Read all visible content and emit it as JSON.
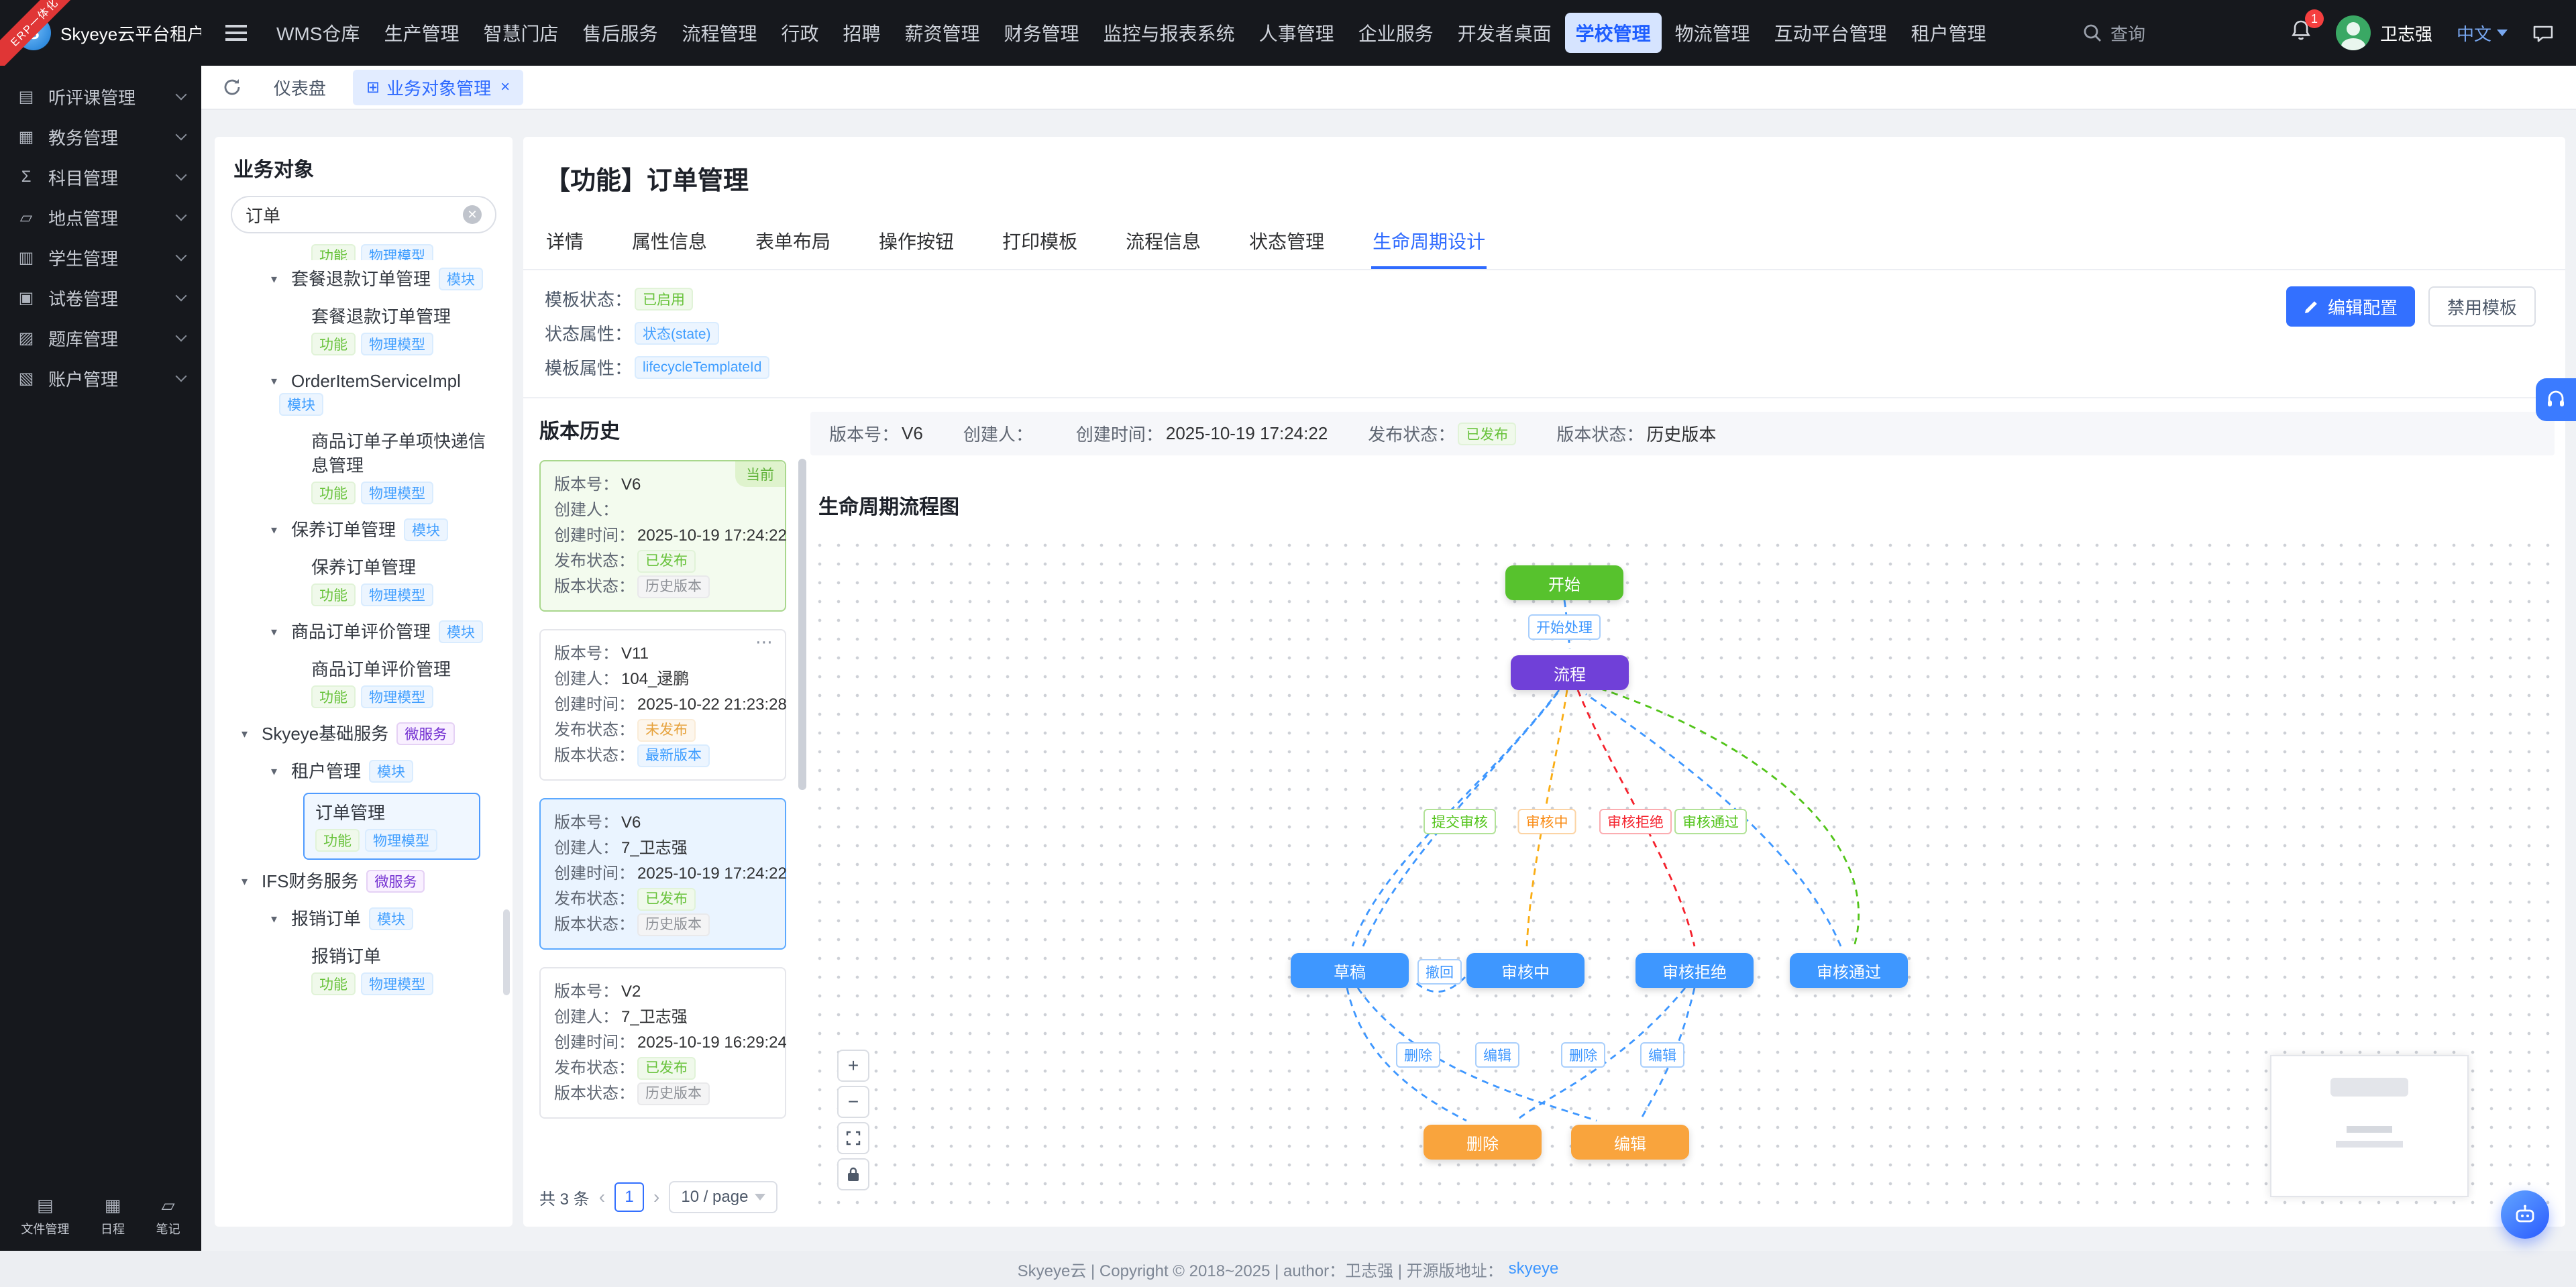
{
  "branding": {
    "logo_text": "Skyeye云平台租户",
    "ribbon_text": "ERP一体化"
  },
  "topnav": {
    "items": [
      {
        "label": "WMS仓库"
      },
      {
        "label": "生产管理"
      },
      {
        "label": "智慧门店"
      },
      {
        "label": "售后服务"
      },
      {
        "label": "流程管理"
      },
      {
        "label": "行政"
      },
      {
        "label": "招聘"
      },
      {
        "label": "薪资管理"
      },
      {
        "label": "财务管理"
      },
      {
        "label": "监控与报表系统"
      },
      {
        "label": "人事管理"
      },
      {
        "label": "企业服务"
      },
      {
        "label": "开发者桌面"
      },
      {
        "label": "学校管理",
        "cls": "active"
      },
      {
        "label": "物流管理"
      },
      {
        "label": "互动平台管理"
      },
      {
        "label": "租户管理"
      }
    ],
    "search_placeholder": "查询",
    "badge_count": "1",
    "user_name": "卫志强",
    "language": "中文"
  },
  "sidebar": {
    "items": [
      {
        "label": "听评课管理",
        "icon": "grid-icon",
        "glyph": "▤"
      },
      {
        "label": "教务管理",
        "icon": "cart-icon",
        "glyph": "▦"
      },
      {
        "label": "科目管理",
        "icon": "sigma-icon",
        "glyph": "Σ"
      },
      {
        "label": "地点管理",
        "icon": "folder-icon",
        "glyph": "▱"
      },
      {
        "label": "学生管理",
        "icon": "book-icon",
        "glyph": "▥"
      },
      {
        "label": "试卷管理",
        "icon": "cart-icon",
        "glyph": "▣"
      },
      {
        "label": "题库管理",
        "icon": "cart-icon",
        "glyph": "▨"
      },
      {
        "label": "账户管理",
        "icon": "edit-icon",
        "glyph": "▧"
      }
    ],
    "bottom_items": [
      {
        "label": "文件管理",
        "icon": "file-icon",
        "glyph": "▤"
      },
      {
        "label": "日程",
        "icon": "calendar-icon",
        "glyph": "▦"
      },
      {
        "label": "笔记",
        "icon": "note-icon",
        "glyph": "▱"
      }
    ]
  },
  "tabbar": {
    "tabs": [
      {
        "label": "仪表盘"
      },
      {
        "label": "业务对象管理",
        "cls": "active",
        "icon": "⊞",
        "close": "×"
      }
    ]
  },
  "tree": {
    "title": "业务对象",
    "search_value": "订单",
    "nodes": [
      {
        "cls": "lv2 leaf clip",
        "label": "",
        "tags": [
          {
            "t": "功能",
            "c": "func"
          },
          {
            "t": "物理模型",
            "c": "model"
          }
        ]
      },
      {
        "cls": "lv1",
        "arrow": "▾",
        "label": "套餐退款订单管理",
        "tags": [
          {
            "t": "模块",
            "c": "module"
          }
        ]
      },
      {
        "cls": "lv2 leaf",
        "label": "套餐退款订单管理",
        "tags": [
          {
            "t": "功能",
            "c": "func"
          },
          {
            "t": "物理模型",
            "c": "model"
          }
        ]
      },
      {
        "cls": "lv1",
        "arrow": "▾",
        "label": "OrderItemServiceImpl",
        "tags": [
          {
            "t": "模块",
            "c": "module"
          }
        ]
      },
      {
        "cls": "lv2 leaf",
        "label": "商品订单子单项快递信息管理",
        "tags": [
          {
            "t": "功能",
            "c": "func"
          },
          {
            "t": "物理模型",
            "c": "model"
          }
        ]
      },
      {
        "cls": "lv1",
        "arrow": "▾",
        "label": "保养订单管理",
        "tags": [
          {
            "t": "模块",
            "c": "module"
          }
        ]
      },
      {
        "cls": "lv2 leaf",
        "label": "保养订单管理",
        "tags": [
          {
            "t": "功能",
            "c": "func"
          },
          {
            "t": "物理模型",
            "c": "model"
          }
        ]
      },
      {
        "cls": "lv1",
        "arrow": "▾",
        "label": "商品订单评价管理",
        "tags": [
          {
            "t": "模块",
            "c": "module"
          }
        ]
      },
      {
        "cls": "lv2 leaf",
        "label": "商品订单评价管理",
        "tags": [
          {
            "t": "功能",
            "c": "func"
          },
          {
            "t": "物理模型",
            "c": "model"
          }
        ]
      },
      {
        "cls": "lv0",
        "arrow": "▾",
        "label": "Skyeye基础服务",
        "tags": [
          {
            "t": "微服务",
            "c": "micro"
          }
        ]
      },
      {
        "cls": "lv1",
        "arrow": "▾",
        "label": "租户管理",
        "tags": [
          {
            "t": "模块",
            "c": "module"
          }
        ]
      },
      {
        "cls": "lv2 leaf sel",
        "label": "订单管理",
        "tags": [
          {
            "t": "功能",
            "c": "func"
          },
          {
            "t": "物理模型",
            "c": "model"
          }
        ]
      },
      {
        "cls": "lv0",
        "arrow": "▾",
        "label": "IFS财务服务",
        "tags": [
          {
            "t": "微服务",
            "c": "micro"
          }
        ]
      },
      {
        "cls": "lv1",
        "arrow": "▾",
        "label": "报销订单",
        "tags": [
          {
            "t": "模块",
            "c": "module"
          }
        ]
      },
      {
        "cls": "lv2 leaf",
        "label": "报销订单",
        "tags": [
          {
            "t": "功能",
            "c": "func"
          },
          {
            "t": "物理模型",
            "c": "model"
          }
        ]
      }
    ]
  },
  "main": {
    "title": "【功能】订单管理",
    "tabs": [
      {
        "label": "详情"
      },
      {
        "label": "属性信息"
      },
      {
        "label": "表单布局"
      },
      {
        "label": "操作按钮"
      },
      {
        "label": "打印模板"
      },
      {
        "label": "流程信息"
      },
      {
        "label": "状态管理"
      },
      {
        "label": "生命周期设计",
        "cls": "active"
      }
    ],
    "info": {
      "rows": [
        {
          "label": "模板状态：",
          "value": "已启用",
          "c": "success"
        },
        {
          "label": "状态属性：",
          "value": "状态(state)",
          "c": "primary"
        },
        {
          "label": "模板属性：",
          "value": "lifecycleTemplateId",
          "c": "primary"
        }
      ],
      "edit_btn": "编辑配置",
      "disable_btn": "禁用模板"
    },
    "versions": {
      "title": "版本历史",
      "labels": {
        "version": "版本号：",
        "creator": "创建人：",
        "created": "创建时间：",
        "publish": "发布状态：",
        "state": "版本状态："
      },
      "cards": [
        {
          "version": "V6",
          "creator": "",
          "created": "2025-10-19 17:24:22",
          "publish": "已发布",
          "publish_type": "success",
          "state": "历史版本",
          "state_type": "info",
          "card": "current",
          "corner": "当前"
        },
        {
          "version": "V11",
          "creator": "104_逯鹏",
          "created": "2025-10-22 21:23:28",
          "publish": "未发布",
          "publish_type": "warning",
          "state": "最新版本",
          "state_type": "primary",
          "menu": "⋯"
        },
        {
          "version": "V6",
          "creator": "7_卫志强",
          "created": "2025-10-19 17:24:22",
          "publish": "已发布",
          "publish_type": "success",
          "state": "历史版本",
          "state_type": "info",
          "card": "selected"
        },
        {
          "version": "V2",
          "creator": "7_卫志强",
          "created": "2025-10-19 16:29:24",
          "publish": "已发布",
          "publish_type": "success",
          "state": "历史版本",
          "state_type": "info"
        }
      ],
      "pager": {
        "total": "共 3 条",
        "prev": "‹",
        "page": "1",
        "next": "›",
        "size": "10 / page"
      }
    },
    "detail": {
      "version": "V6",
      "creator": "",
      "created": "2025-10-19 17:24:22",
      "publish": "已发布",
      "state": "历史版本",
      "diagram_title": "生命周期流程图",
      "flow": {
        "nodes": [
          {
            "label": "开始",
            "cls": "n-green",
            "style": "left:518px;top:22px"
          },
          {
            "label": "流程",
            "cls": "n-purple",
            "style": "left:522px;top:89px"
          },
          {
            "label": "草稿",
            "cls": "n-blue",
            "style": "left:358px;top:311px"
          },
          {
            "label": "审核中",
            "cls": "n-blue",
            "style": "left:489px;top:311px"
          },
          {
            "label": "审核拒绝",
            "cls": "n-blue",
            "style": "left:615px;top:311px"
          },
          {
            "label": "审核通过",
            "cls": "n-blue",
            "style": "left:730px;top:311px"
          },
          {
            "label": "删除",
            "cls": "n-orange",
            "style": "left:457px;top:439px"
          },
          {
            "label": "编辑",
            "cls": "n-orange",
            "style": "left:567px;top:439px"
          }
        ],
        "labels": [
          {
            "text": "开始处理",
            "cls": "l-blue",
            "style": "left:562px;top:68px"
          },
          {
            "text": "提交审核",
            "cls": "l-green",
            "style": "left:484px;top:213px"
          },
          {
            "text": "审核中",
            "cls": "l-orange",
            "style": "left:549px;top:213px"
          },
          {
            "text": "审核拒绝",
            "cls": "l-red",
            "style": "left:615px;top:213px"
          },
          {
            "text": "审核通过",
            "cls": "l-green",
            "style": "left:671px;top:213px"
          },
          {
            "text": "撤回",
            "cls": "l-blue",
            "style": "left:469px;top:325px"
          },
          {
            "text": "删除",
            "cls": "l-blue",
            "style": "left:453px;top:387px"
          },
          {
            "text": "编辑",
            "cls": "l-blue",
            "style": "left:512px;top:387px"
          },
          {
            "text": "删除",
            "cls": "l-blue",
            "style": "left:576px;top:387px"
          },
          {
            "text": "编辑",
            "cls": "l-blue",
            "style": "left:635px;top:387px"
          }
        ]
      }
    }
  },
  "footer": {
    "text": "Skyeye云 | Copyright © 2018~2025 | author：卫志强 | 开源版地址：",
    "link": "skyeye"
  }
}
